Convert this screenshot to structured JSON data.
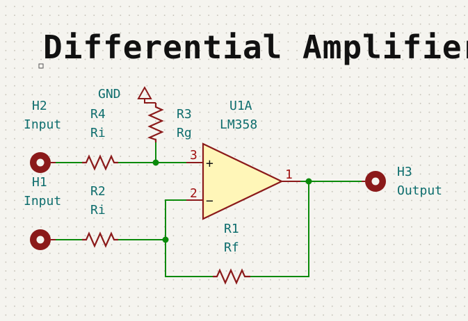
{
  "title": "Differential Amplifier",
  "components": {
    "H2": {
      "ref": "H2",
      "value": "Input"
    },
    "H1": {
      "ref": "H1",
      "value": "Input"
    },
    "H3": {
      "ref": "H3",
      "value": "Output"
    },
    "R4": {
      "ref": "R4",
      "value": "Ri"
    },
    "R2": {
      "ref": "R2",
      "value": "Ri"
    },
    "R3": {
      "ref": "R3",
      "value": "Rg"
    },
    "R1": {
      "ref": "R1",
      "value": "Rf"
    },
    "U1A": {
      "ref": "U1A",
      "value": "LM358"
    }
  },
  "power": {
    "gnd_label": "GND"
  },
  "pins": {
    "noninverting": "3",
    "inverting": "2",
    "output": "1",
    "noninverting_sign": "+",
    "inverting_sign": "−"
  },
  "colors": {
    "wire": "#0a8a0a",
    "component": "#8b1a1a",
    "opamp_fill": "#fff6b8",
    "label": "#0d6d6d",
    "pin_number": "#a01010",
    "background": "#f5f4ef"
  }
}
